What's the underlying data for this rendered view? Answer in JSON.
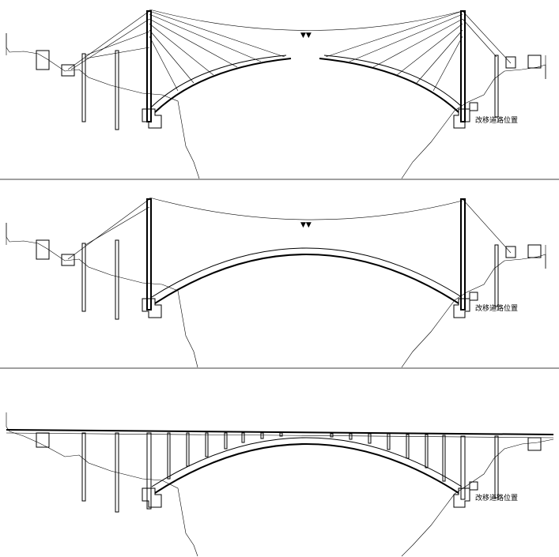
{
  "stages": [
    {
      "id": "stage-1",
      "description_label": "",
      "road_label": "改移道路位置"
    },
    {
      "id": "stage-2",
      "description_label": "",
      "road_label": "改移道路位置"
    },
    {
      "id": "stage-3",
      "description_label": "",
      "road_label": "改移道路位置"
    }
  ],
  "colors": {
    "line": "#000000",
    "background": "#ffffff"
  }
}
